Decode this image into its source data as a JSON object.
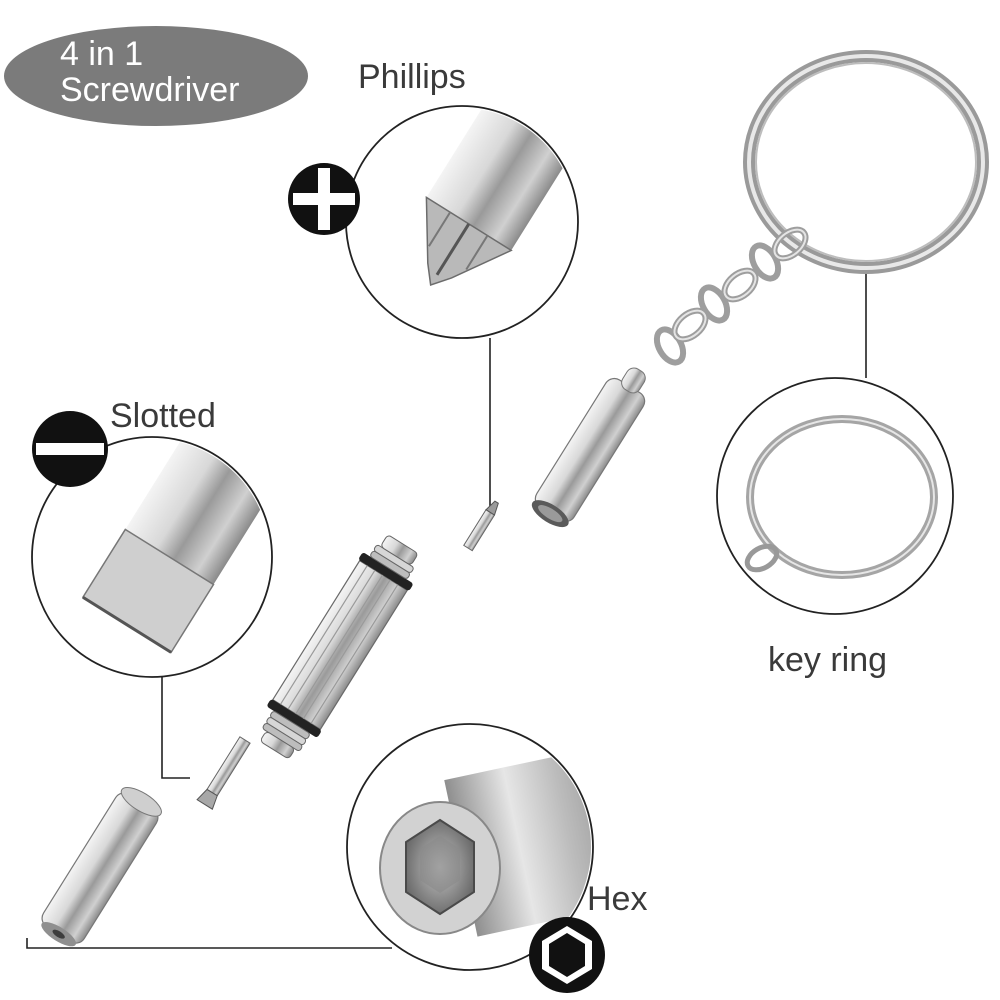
{
  "title": {
    "line1": "4 in 1",
    "line2": "Screwdriver"
  },
  "labels": {
    "phillips": "Phillips",
    "slotted": "Slotted",
    "key_ring": "key ring",
    "hex": "Hex"
  },
  "colors": {
    "title_pill": "#7b7b7b",
    "label_text": "#3a3a3a",
    "callout_line": "#222222",
    "metal": "#c9c9c9"
  },
  "icons": [
    "plus-badge-icon",
    "minus-badge-icon",
    "hexagon-badge-icon"
  ]
}
